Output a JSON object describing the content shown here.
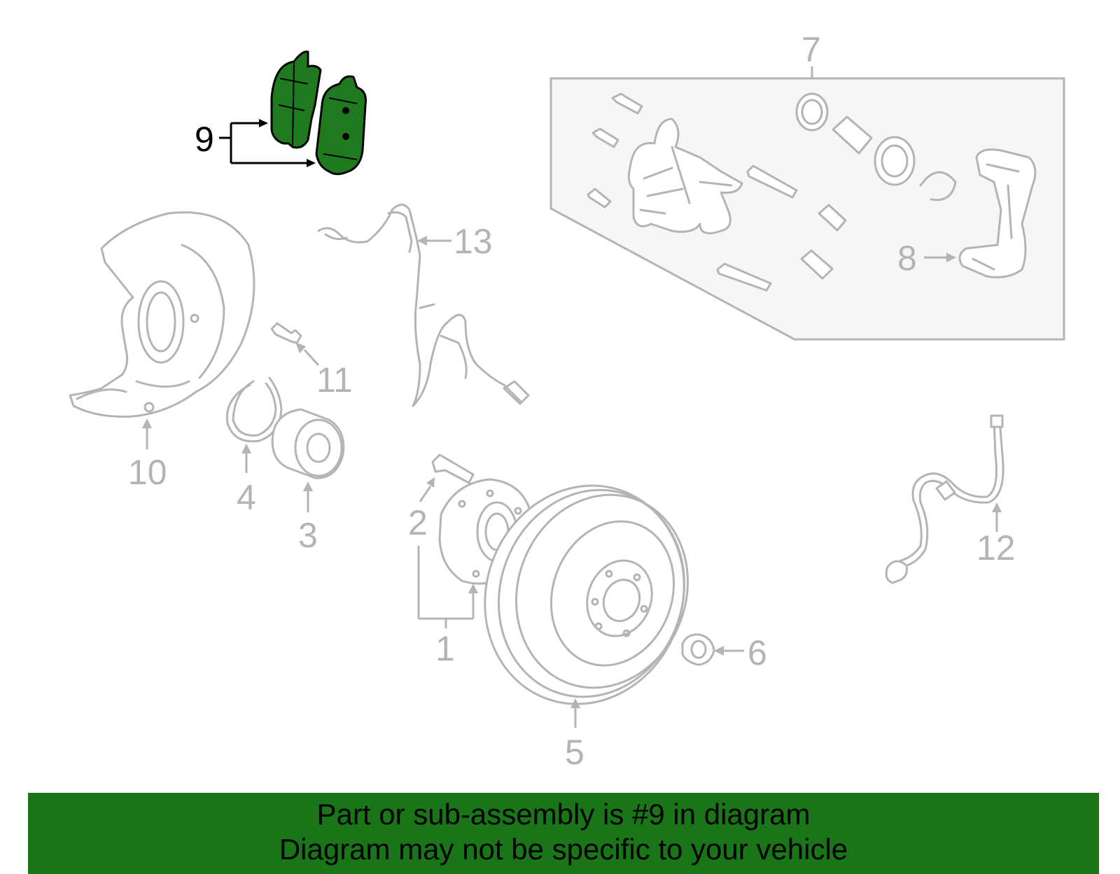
{
  "diagram": {
    "callouts": {
      "c1": "1",
      "c2": "2",
      "c3": "3",
      "c4": "4",
      "c5": "5",
      "c6": "6",
      "c7": "7",
      "c8": "8",
      "c9": "9",
      "c10": "10",
      "c11": "11",
      "c12": "12",
      "c13": "13"
    },
    "highlighted_part": "9",
    "colors": {
      "highlight": "#1f7a1f",
      "line_art": "#b4b4b4",
      "banner": "#1a7518"
    }
  },
  "banner": {
    "line1": "Part or sub-assembly is #9 in diagram",
    "line2": "Diagram may not be specific to your vehicle"
  }
}
